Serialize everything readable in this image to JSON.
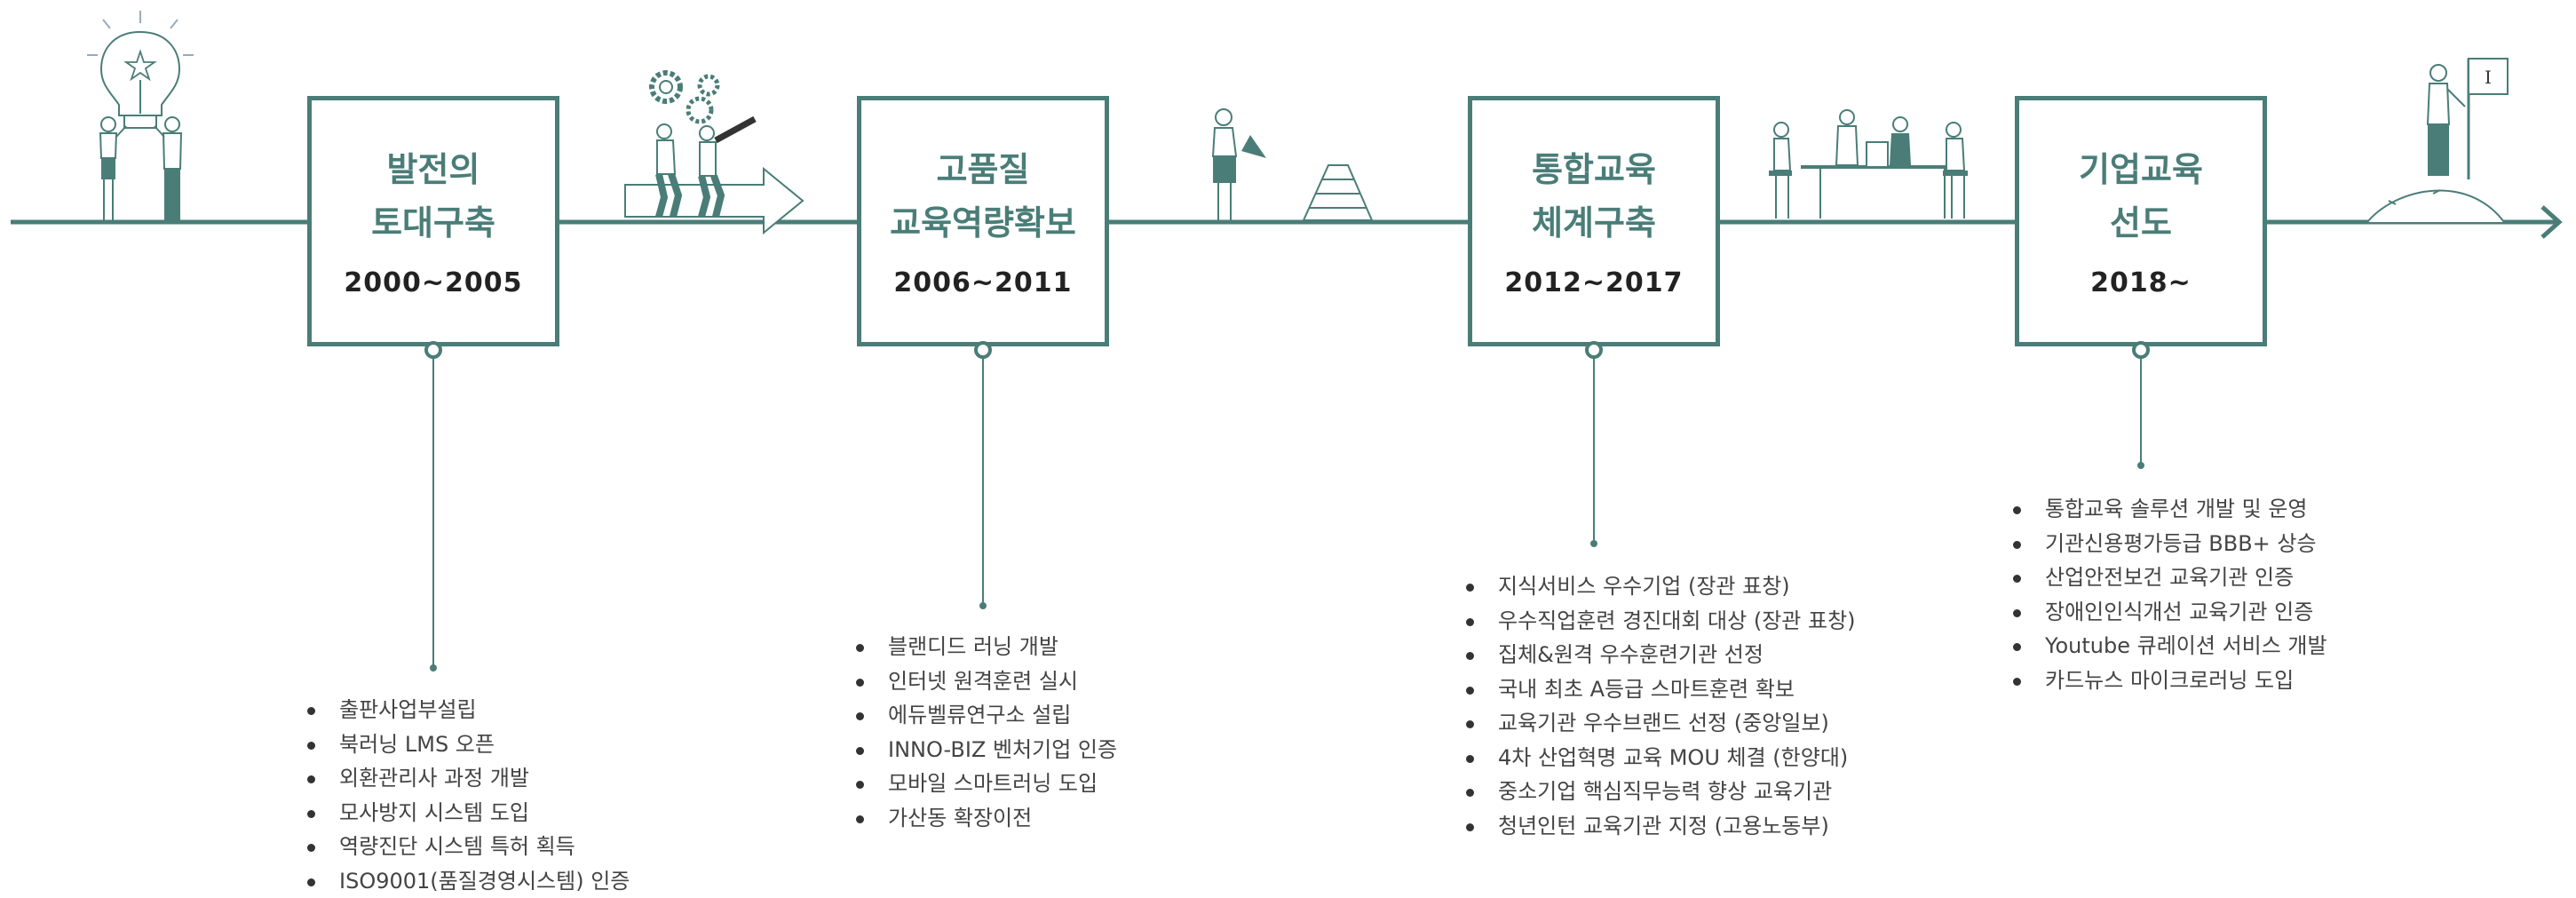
{
  "colors": {
    "accent": "#4a7d78",
    "text": "#444444"
  },
  "stages": [
    {
      "title_lines": [
        "발전의",
        "토대구축"
      ],
      "years": "2000~2005",
      "items": [
        "출판사업부설립",
        "북러닝 LMS 오픈",
        "외환관리사 과정 개발",
        "모사방지 시스템 도입",
        "역량진단 시스템 특허 획득",
        "ISO9001(품질경영시스템) 인증"
      ]
    },
    {
      "title_lines": [
        "고품질",
        "교육역량확보"
      ],
      "years": "2006~2011",
      "items": [
        "블랜디드 러닝 개발",
        "인터넷 원격훈련 실시",
        "에듀벨류연구소 설립",
        "INNO-BIZ 벤처기업 인증",
        "모바일 스마트러닝 도입",
        "가산동 확장이전"
      ]
    },
    {
      "title_lines": [
        "통합교육",
        "체계구축"
      ],
      "years": "2012~2017",
      "items": [
        "지식서비스 우수기업 (장관 표창)",
        "우수직업훈련 경진대회 대상 (장관 표창)",
        "집체&원격 우수훈련기관 선정",
        "국내 최초 A등급 스마트훈련 확보",
        "교육기관 우수브랜드 선정 (중앙일보)",
        "4차 산업혁명 교육 MOU 체결 (한양대)",
        "중소기업 핵심직무능력 향상 교육기관",
        "청년인턴 교육기관 지정 (고용노동부)"
      ]
    },
    {
      "title_lines": [
        "기업교육",
        "선도"
      ],
      "years": "2018~",
      "items": [
        "통합교육 솔루션 개발 및 운영",
        "기관신용평가등급 BBB+ 상승",
        "산업안전보건 교육기관 인증",
        "장애인인식개선 교육기관 인증",
        "Youtube 큐레이션 서비스 개발",
        "카드뉴스 마이크로러닝 도입"
      ]
    }
  ],
  "icons": [
    "lightbulb-people-icon",
    "gears-telescope-arrow-icon",
    "pyramid-person-icon",
    "meeting-table-icon",
    "flag-hill-icon"
  ],
  "flag_glyph": "I"
}
